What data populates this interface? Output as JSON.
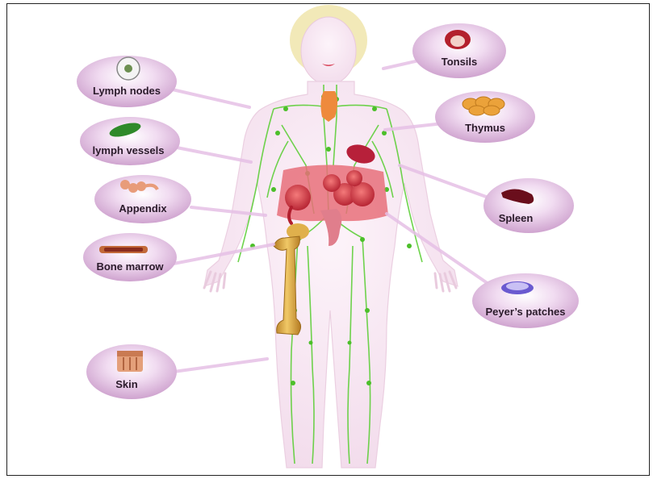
{
  "labels": {
    "lymph_nodes": "Lymph nodes",
    "lymph_vessels": "lymph vessels",
    "appendix": "Appendix",
    "bone_marrow": "Bone marrow",
    "skin": "Skin",
    "tonsils": "Tonsils",
    "thymus": "Thymus",
    "spleen": "Spleen",
    "peyers_patches": "Peyer’s patches"
  },
  "colors": {
    "bubble": "#e6c6e6",
    "body": "#f8e6f2",
    "lymph": "#5fcf3a",
    "organ_red": "#d43a4a",
    "bone": "#d9a640",
    "hair": "#efe3a6"
  }
}
